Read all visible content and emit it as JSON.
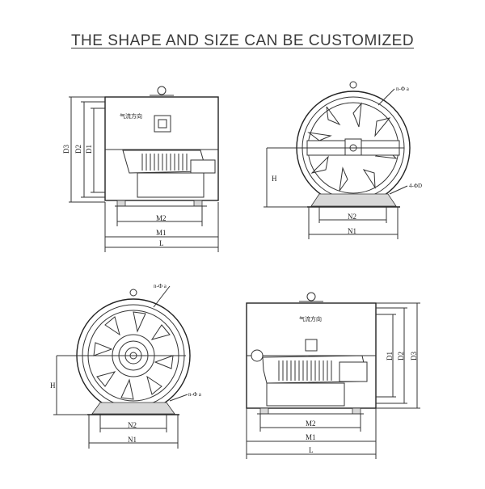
{
  "heading": "THE SHAPE AND SIZE CAN BE CUSTOMIZED",
  "labels": {
    "d1": "D1",
    "d2": "D2",
    "d3": "D3",
    "m1": "M1",
    "m2": "M2",
    "l": "L",
    "n1": "N1",
    "n2": "N2",
    "h": "H",
    "airflow": "气流方向",
    "bolt_holes": "n-Φ a",
    "foot_holes": "4-ΦD"
  }
}
